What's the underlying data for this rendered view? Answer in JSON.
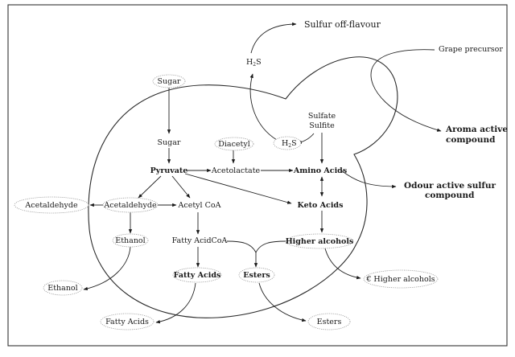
{
  "nodes": {
    "sugar_top": "Sugar",
    "sugar": "Sugar",
    "pyruvate": "Pyruvate",
    "acetolactate": "Acetolactate",
    "diacetyl": "Diacetyl",
    "h2s_in": "H",
    "h2s_in_sub": "2",
    "h2s_in_tail": "S",
    "h2s_out": "H",
    "h2s_out_sub": "2",
    "h2s_out_tail": "S",
    "sulfate": "Sulfate",
    "sulfite": "Sulfite",
    "amino_acids": "Amino Acids",
    "keto_acids": "Keto Acids",
    "higher_alcohols": "Higher alcohols",
    "acetaldehyde_in": "Acetaldehyde",
    "acetaldehyde_out": "Acetaldehyde",
    "ethanol_in": "Ethanol",
    "ethanol_out": "Ethanol",
    "acetyl_coa": "Acetyl CoA",
    "fatty_acid_coa": "Fatty AcidCoA",
    "fatty_acids_in": "Fatty Acids",
    "fatty_acids_out": "Fatty Acids",
    "esters_in": "Esters",
    "esters_out": "Esters",
    "higher_alcohols_out": "€ Higher alcohols"
  },
  "outputs": {
    "sulfur_off_flavour": "Sulfur off-flavour",
    "grape_precursor": "Grape precursor",
    "aroma_active_1": "Aroma active",
    "aroma_active_2": "compound",
    "odour_sulfur_1": "Odour active sulfur",
    "odour_sulfur_2": "compound"
  },
  "colors": {
    "line": "#222222",
    "cell_outline": "#2a2a2a",
    "frame": "#333333",
    "oval_border": "#9a9a9a"
  }
}
